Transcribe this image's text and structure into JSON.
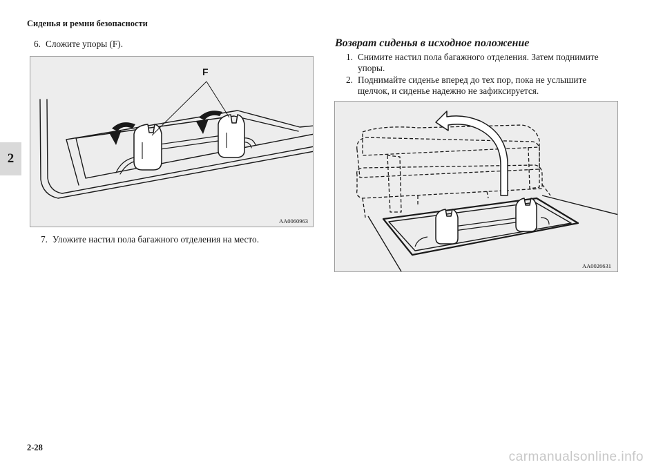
{
  "header": {
    "title": "Сиденья и ремни безопасности"
  },
  "side_tab": {
    "label": "2"
  },
  "left_column": {
    "step6": {
      "num": "6.",
      "text": "Сложите упоры (F)."
    },
    "figure1": {
      "callout": "F",
      "code": "AA0060963"
    },
    "step7": {
      "num": "7.",
      "text": "Уложите настил пола багажного отделения на место."
    }
  },
  "right_column": {
    "title": "Возврат сиденья в исходное положение",
    "step1": {
      "num": "1.",
      "line1": "Снимите настил пола багажного отделения. Затем поднимите",
      "line2": "упоры."
    },
    "step2": {
      "num": "2.",
      "line1": "Поднимайте сиденье вперед до тех пор, пока не услышите",
      "line2": "щелчок, и сиденье надежно не зафиксируется."
    },
    "figure2": {
      "code": "AA0026631"
    }
  },
  "footer": {
    "page_number": "2-28",
    "watermark": "carmanualsonline.info"
  }
}
